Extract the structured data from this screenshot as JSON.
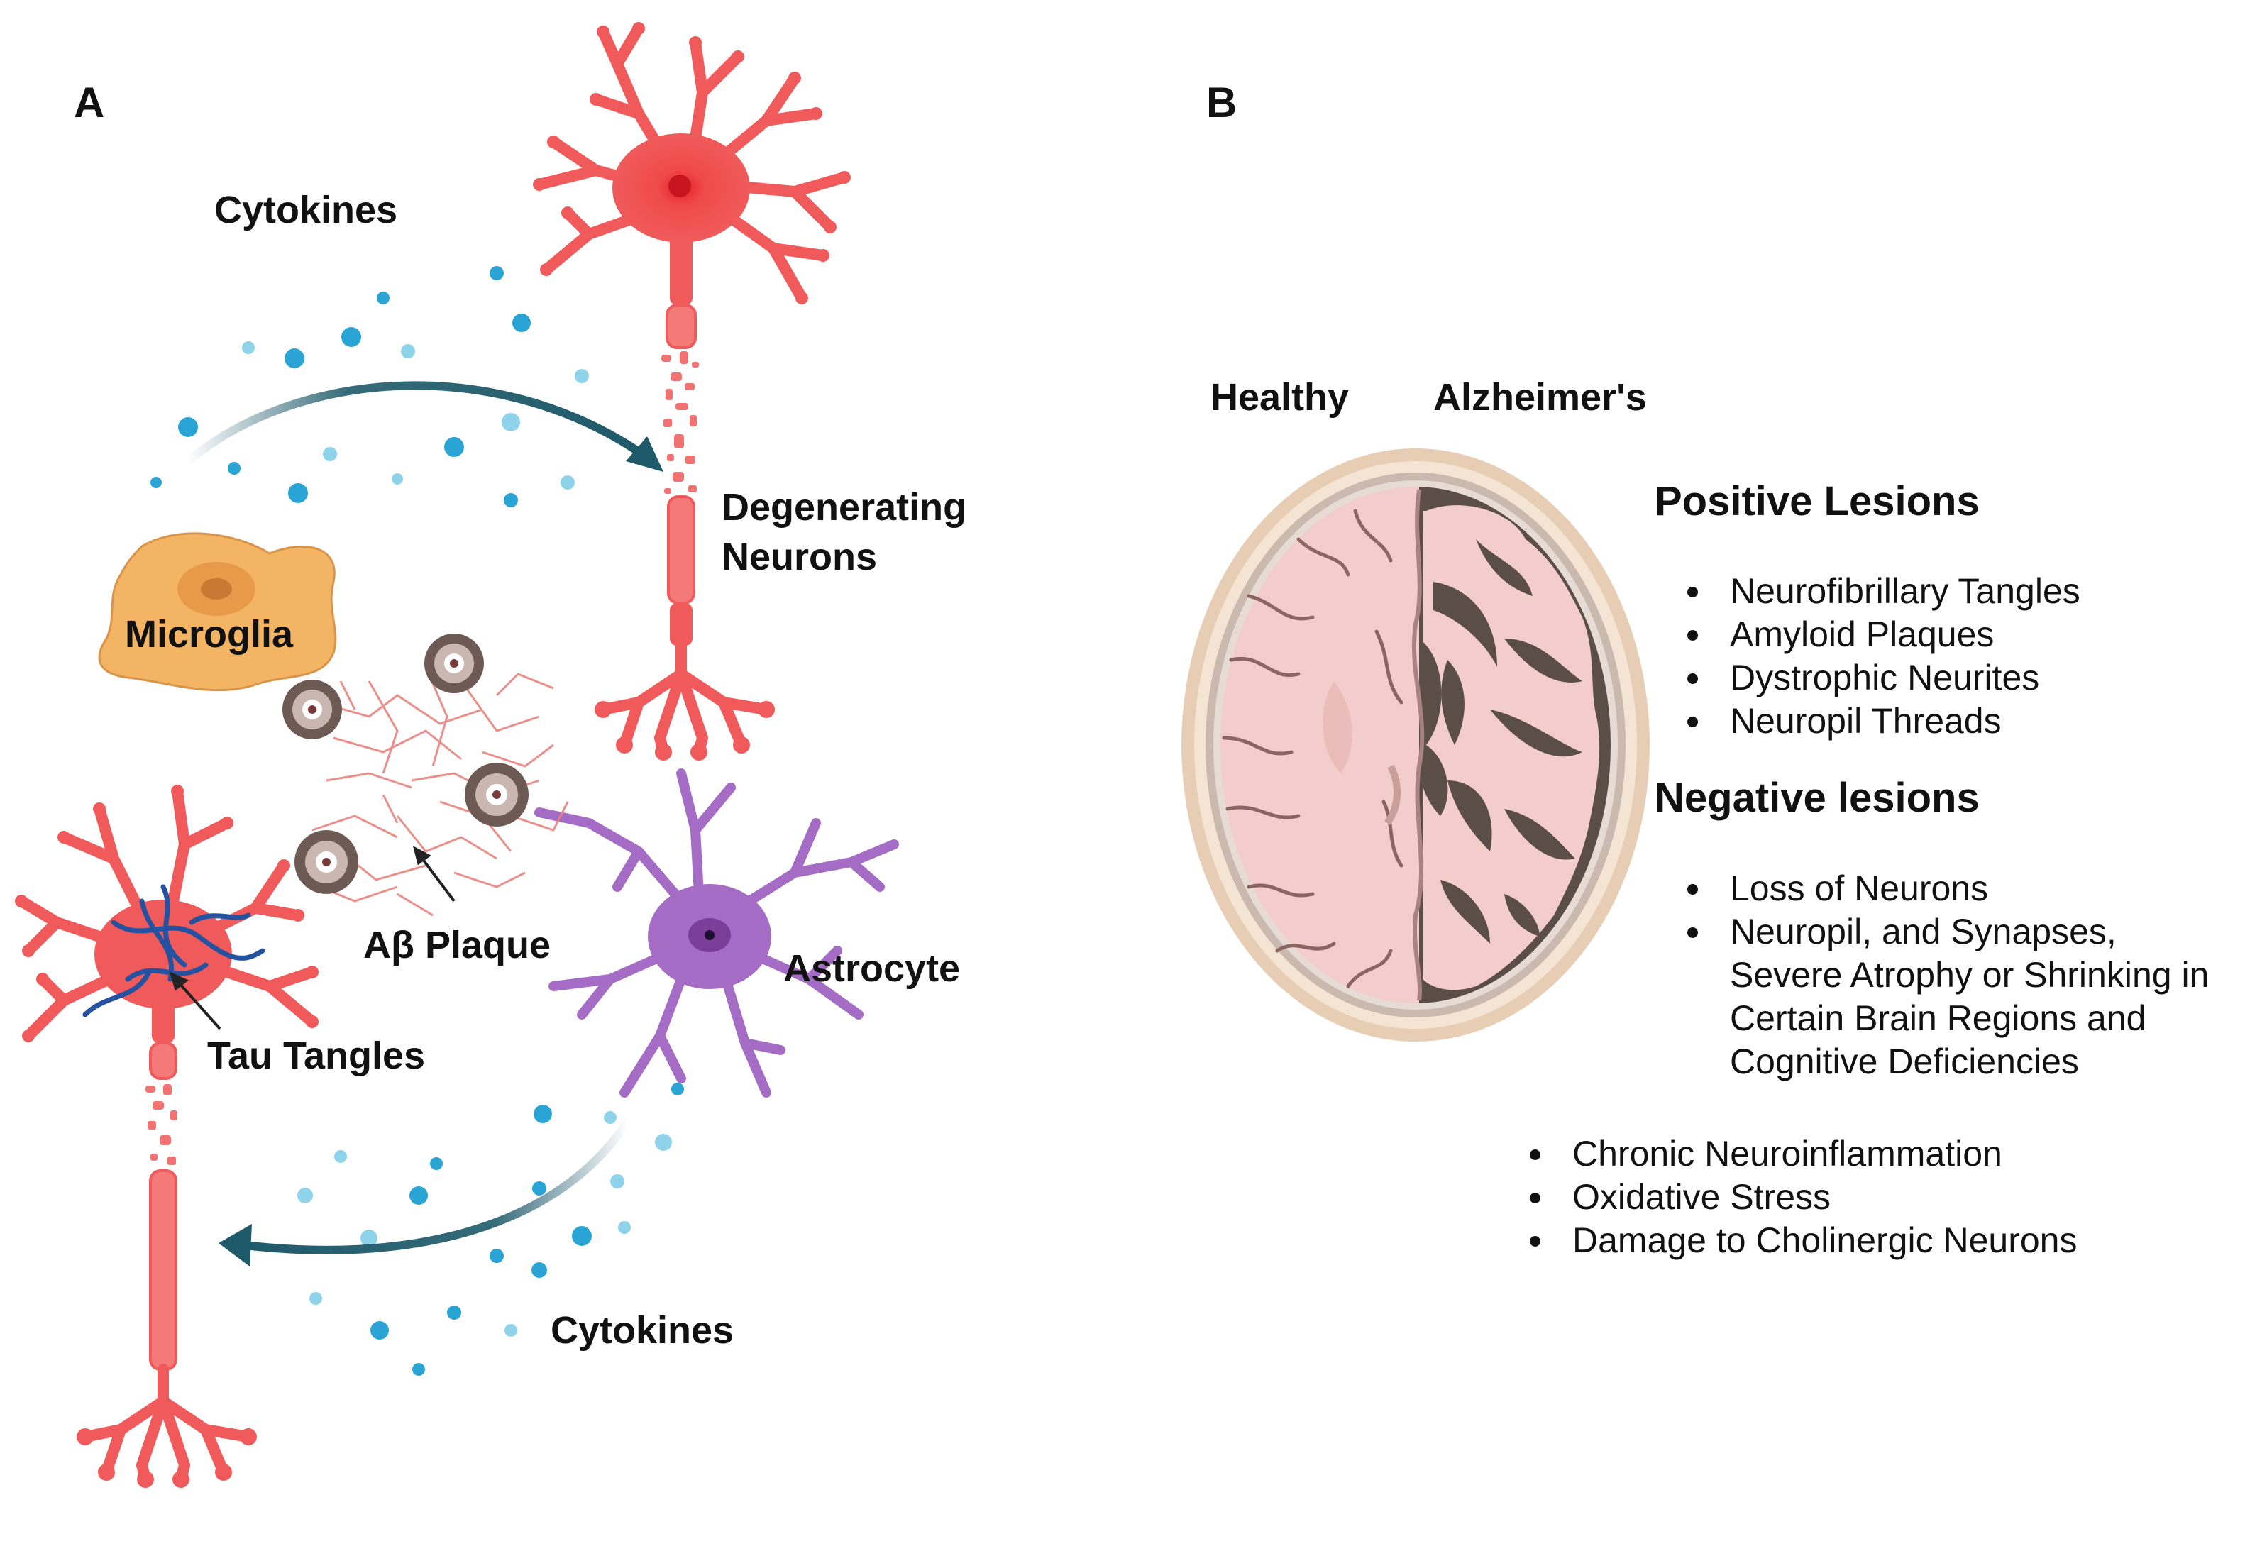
{
  "panel_a": {
    "label": "A",
    "cytokines_top": "Cytokines",
    "cytokines_bottom": "Cytokines",
    "degenerating_line1": "Degenerating",
    "degenerating_line2": "Neurons",
    "microglia": "Microglia",
    "abeta_plaque": "Aβ Plaque",
    "astrocyte": "Astrocyte",
    "tau_tangles": "Tau Tangles"
  },
  "panel_b": {
    "label": "B",
    "healthy": "Healthy",
    "alzheimers": "Alzheimer's",
    "positive_heading": "Positive Lesions",
    "positive_items": [
      "Neurofibrillary Tangles",
      "Amyloid Plaques",
      "Dystrophic Neurites",
      "Neuropil Threads"
    ],
    "negative_heading": "Negative lesions",
    "negative_items": [
      "Loss of Neurons",
      "Neuropil, and Synapses,",
      "Severe Atrophy or Shrinking in",
      "Certain Brain Regions and",
      "Cognitive Deficiencies"
    ],
    "other_items": [
      "Chronic Neuroinflammation",
      "Oxidative Stress",
      "Damage to Cholinergic Neurons"
    ]
  },
  "colors": {
    "neuron": "#f05a5a",
    "neuron_dark": "#d93a3a",
    "astrocyte": "#a46cc4",
    "microglia": "#f3b563",
    "cytokine": "#2aa4d4",
    "arrow": "#1f5a6a",
    "tau": "#2452a0",
    "brain_tissue": "#f2cdcb",
    "brain_sulci": "#5b4e48",
    "skull": "#e8cdb5"
  }
}
